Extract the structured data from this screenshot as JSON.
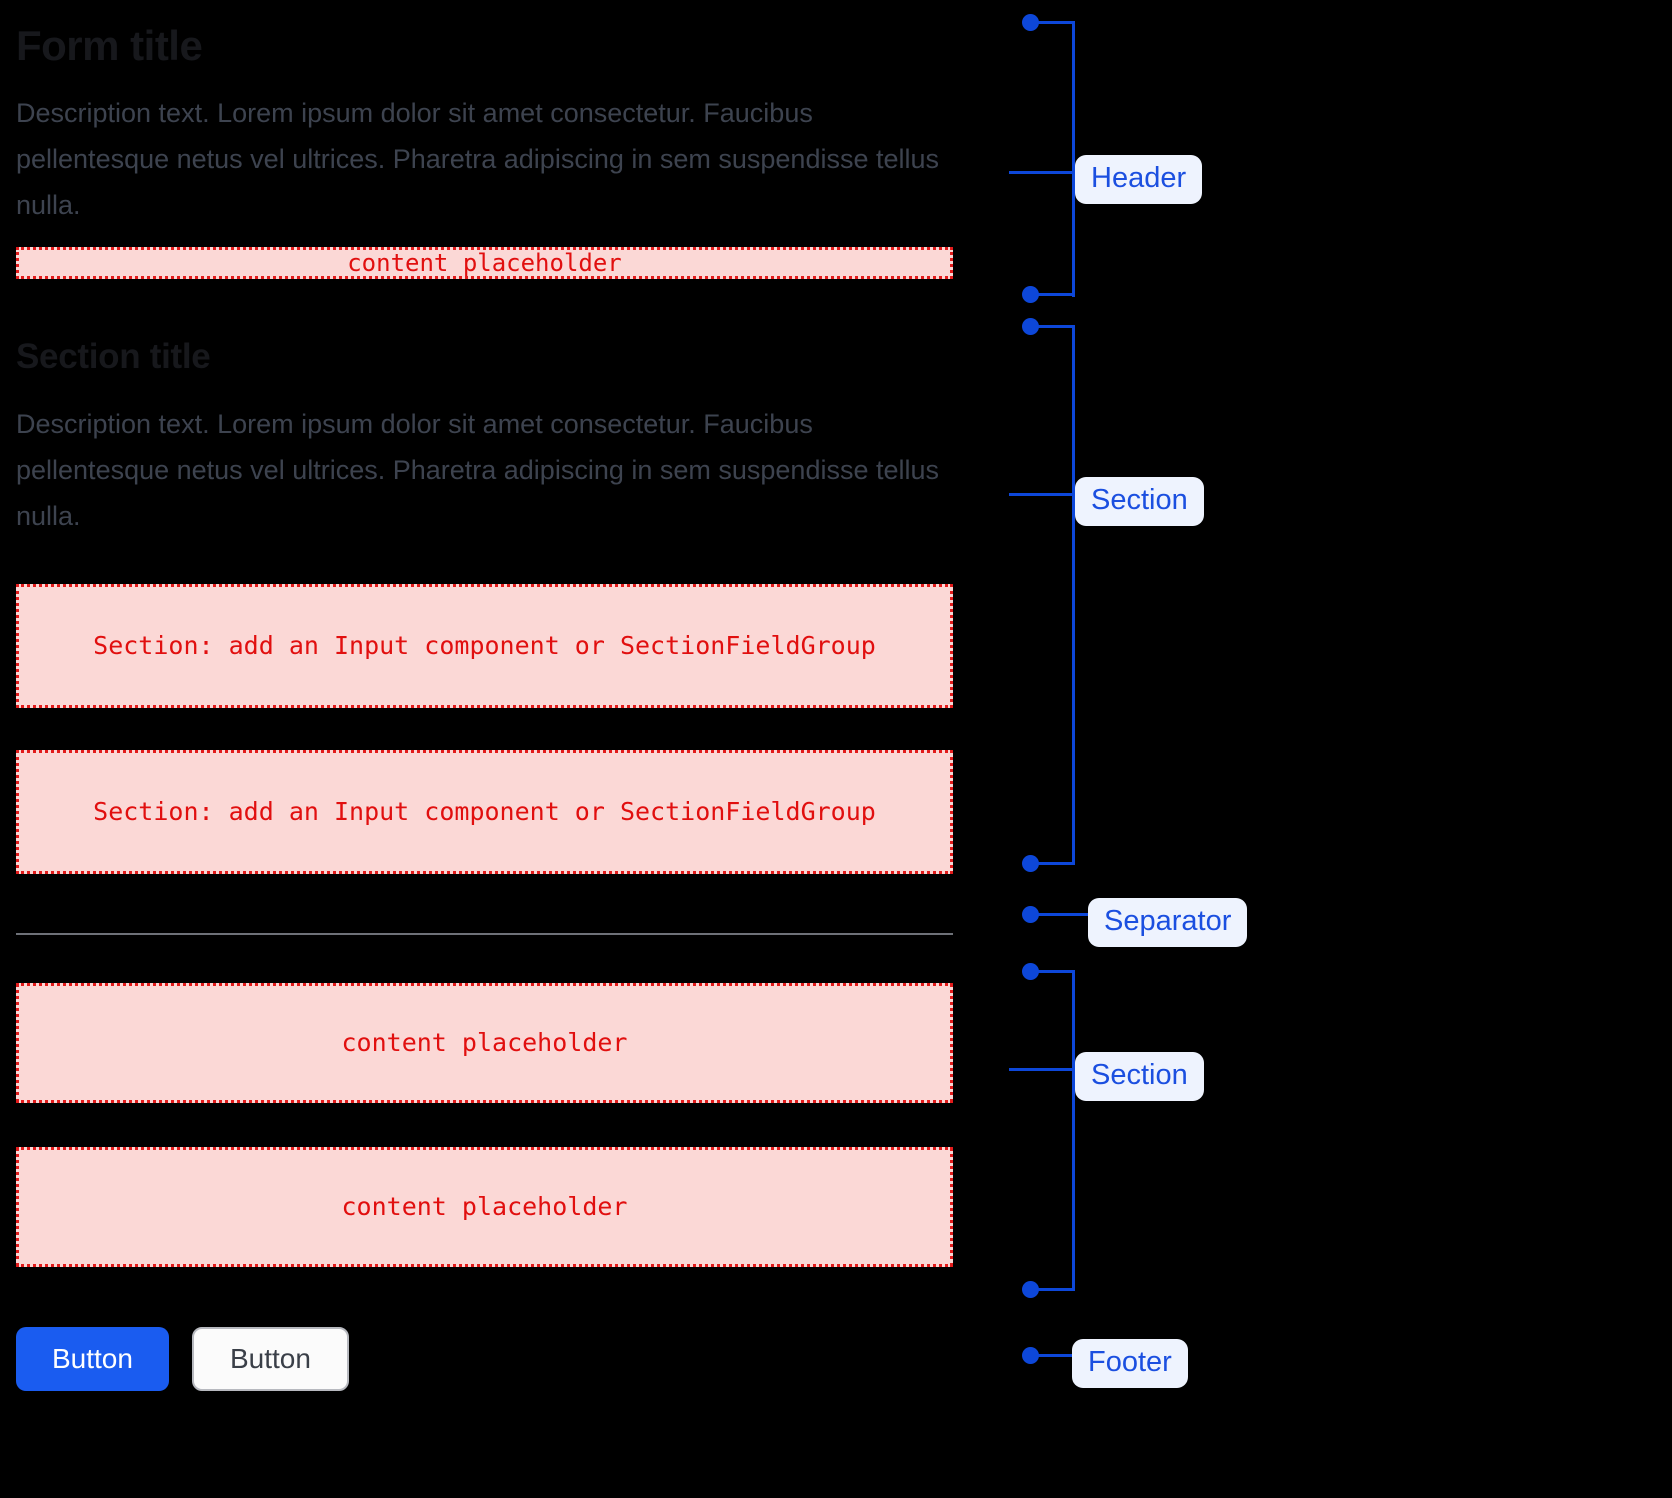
{
  "background_color": "#000000",
  "accent_color": "#1b4fe0",
  "placeholder_color": "#e10f0f",
  "placeholder_fill": "#fbd8d6",
  "form": {
    "header": {
      "title": "Form title",
      "description": "Description text. Lorem ipsum dolor sit amet consectetur. Faucibus pellentesque netus vel ultrices. Pharetra adipiscing in sem suspendisse tellus nulla.",
      "placeholder": "content placeholder"
    },
    "section_one": {
      "title": "Section title",
      "description": "Description text. Lorem ipsum dolor sit amet consectetur. Faucibus pellentesque netus vel ultrices. Pharetra adipiscing in sem suspendisse tellus nulla.",
      "field_placeholder_1": "Section: add an Input component or SectionFieldGroup",
      "field_placeholder_2": "Section: add an Input component or SectionFieldGroup"
    },
    "section_two": {
      "placeholder_1": "content placeholder",
      "placeholder_2": "content placeholder"
    },
    "footer": {
      "primary_button": "Button",
      "secondary_button": "Button"
    }
  },
  "annotations": {
    "header": "Header",
    "section_one": "Section",
    "separator": "Separator",
    "section_two": "Section",
    "footer": "Footer"
  }
}
